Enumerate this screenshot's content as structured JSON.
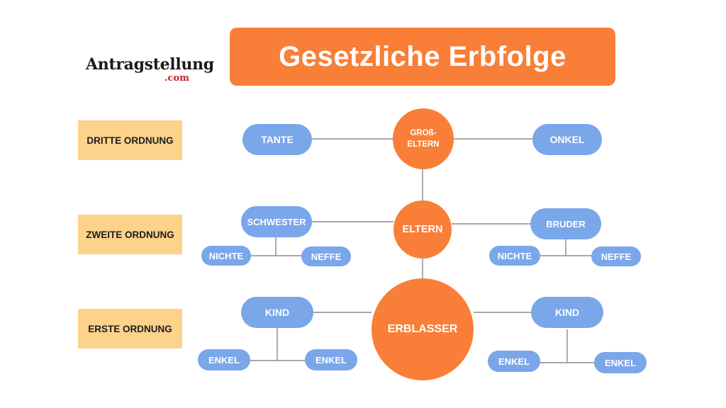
{
  "title": "Gesetzliche Erbfolge",
  "logo": {
    "name": "Antragstellung",
    "suffix": ".com"
  },
  "orders": {
    "third": "DRITTE ORDNUNG",
    "second": "ZWEITE ORDNUNG",
    "first": "ERSTE ORDNUNG"
  },
  "nodes": {
    "grandparents": {
      "line1": "GROß-",
      "line2": "ELTERN"
    },
    "aunt": "TANTE",
    "uncle": "ONKEL",
    "parents": "ELTERN",
    "sister": "SCHWESTER",
    "brother": "BRUDER",
    "niece_left": "NICHTE",
    "nephew_left": "NEFFE",
    "niece_right": "NICHTE",
    "nephew_right": "NEFFE",
    "decedent": "ERBLASSER",
    "child_left": "KIND",
    "child_right": "KIND",
    "grandchild_left_1": "ENKEL",
    "grandchild_left_2": "ENKEL",
    "grandchild_right_1": "ENKEL",
    "grandchild_right_2": "ENKEL"
  },
  "colors": {
    "orange": "#f97e37",
    "blue": "#7aa6ea",
    "yellow": "#fdd28a",
    "line": "#8a8a8a"
  }
}
